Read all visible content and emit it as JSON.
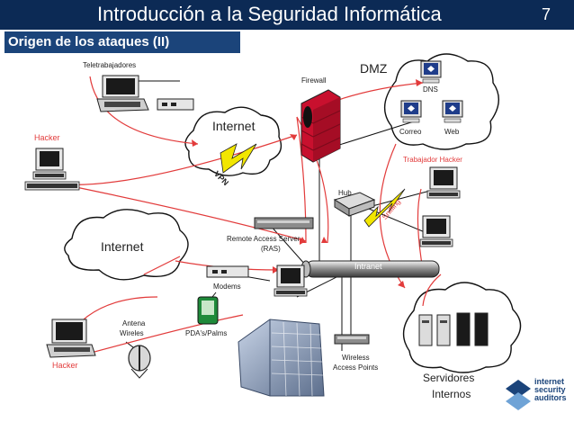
{
  "header": {
    "title": "Introducción a la Seguridad Informática",
    "page_number": "7"
  },
  "subtitle": "Origen de los ataques (II)",
  "labels": {
    "teletrabajadores": "Teletrabajadores",
    "firewall": "Firewall",
    "dmz": "DMZ",
    "dns": "DNS",
    "correo": "Correo",
    "web": "Web",
    "hacker_top": "Hacker",
    "internet_top": "Internet",
    "vpn": "VPN",
    "trabajador_hacker": "Trabajador Hacker",
    "hub": "Hub",
    "sniffing": "Sniffing",
    "ras": "Remote Access Server",
    "ras_abbr": "(RAS)",
    "internet_left": "Internet",
    "intranet": "Intranet",
    "modems": "Modems",
    "antena": "Antena",
    "wireles": "Wireles",
    "pdas": "PDA's/Palms",
    "hacker_bottom": "Hacker",
    "wireless": "Wireless",
    "access_points": "Access Points",
    "servidores": "Servidores",
    "internos": "Internos"
  },
  "logo": {
    "line1": "internet",
    "line2": "security",
    "line3": "auditors"
  },
  "colors": {
    "header_bg": "#0c2a55",
    "subtitle_bg": "#1b447a",
    "attack_lines": "#e23b3b",
    "lightning": "#f2e600",
    "firewall": "#c8102e"
  }
}
